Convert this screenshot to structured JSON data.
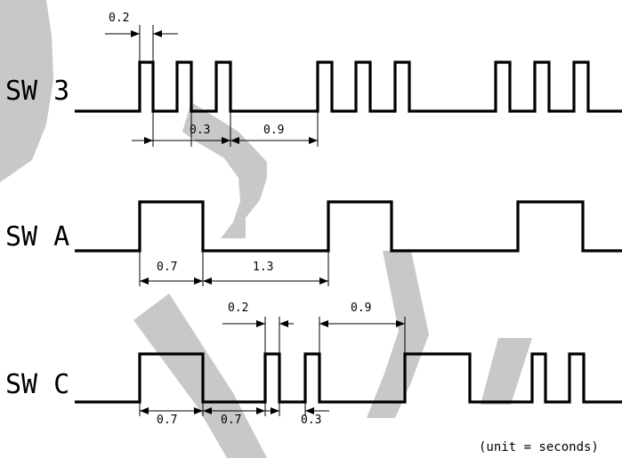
{
  "signals": [
    {
      "id": "sw3",
      "label": "SW 3",
      "dimensions": [
        "0.2",
        "0.3",
        "0.9"
      ]
    },
    {
      "id": "swa",
      "label": "SW A",
      "dimensions": [
        "0.7",
        "1.3"
      ]
    },
    {
      "id": "swc",
      "label": "SW C",
      "dimensions": [
        "0.2",
        "0.9",
        "0.7",
        "0.7",
        "0.3"
      ]
    }
  ],
  "unit_note": "(unit = seconds)",
  "colors": {
    "line": "#000000",
    "watermark": "#c8c8c8",
    "background": "#ffffff"
  }
}
